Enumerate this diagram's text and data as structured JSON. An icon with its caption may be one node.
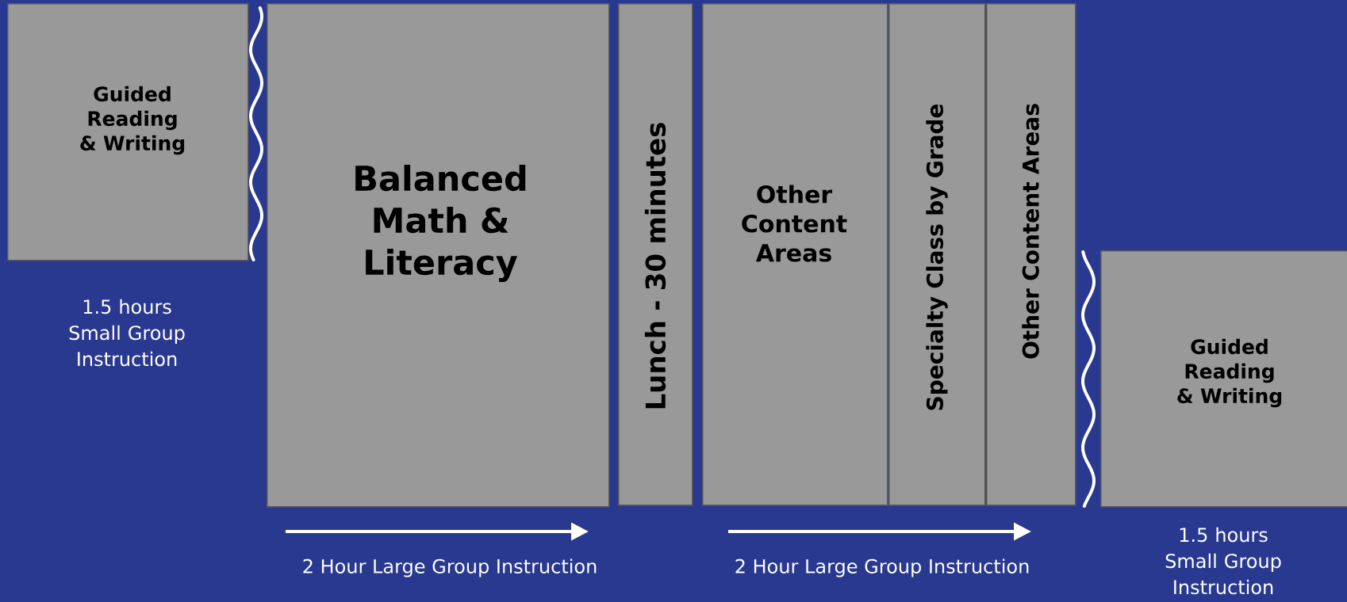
{
  "diagram": {
    "nodes": [
      {
        "text": [
          "Guided Reading & Writing"
        ],
        "beside": [
          "1.5 hours Small Group Instruction"
        ]
      },
      {
        "text": [
          "Balanced Math & Literacy"
        ]
      },
      {
        "text": [
          "Lunch - 30 minutes"
        ]
      },
      {
        "text": [
          "Other Content Areas"
        ]
      },
      {
        "text": [
          "Specialty Class by Grade"
        ]
      },
      {
        "text": [
          "Other Content Areas"
        ]
      },
      {
        "text": [
          "Guided Reading & Writing"
        ],
        "beside": [
          "1.5 hours Small Group Instruction"
        ]
      }
    ],
    "labels": [
      "2 Hour Large Group Instruction",
      "2 Hour Large Group Instruction"
    ]
  }
}
